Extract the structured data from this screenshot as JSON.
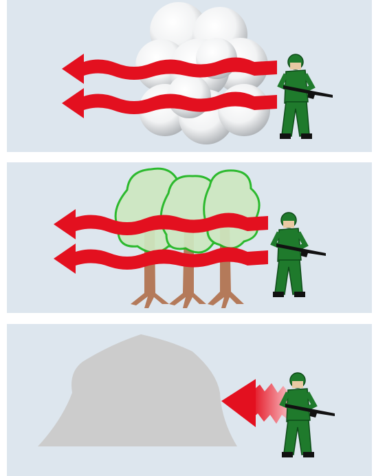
{
  "colors": {
    "panel_bg": "#dde6ee",
    "arrow_red": "#e3101f",
    "smoke_white": "#ffffff",
    "smoke_shadow": "#a9adb1",
    "tree_leaf": "#cde8c1",
    "tree_outline": "#1eb61e",
    "tree_trunk": "#b47a5a",
    "rock_gray": "#cccccc",
    "soldier_green": "#1f7a2c",
    "soldier_dark": "#0d4a18",
    "rifle": "#111111"
  },
  "panels": [
    {
      "scene": "smoke",
      "arrows": 2,
      "arrow_style": "wavy-red",
      "passes_through": true
    },
    {
      "scene": "trees",
      "arrows": 2,
      "arrow_style": "wavy-red",
      "passes_through": true
    },
    {
      "scene": "rock",
      "arrows": 1,
      "arrow_style": "jagged-red-blocked",
      "passes_through": false
    }
  ]
}
